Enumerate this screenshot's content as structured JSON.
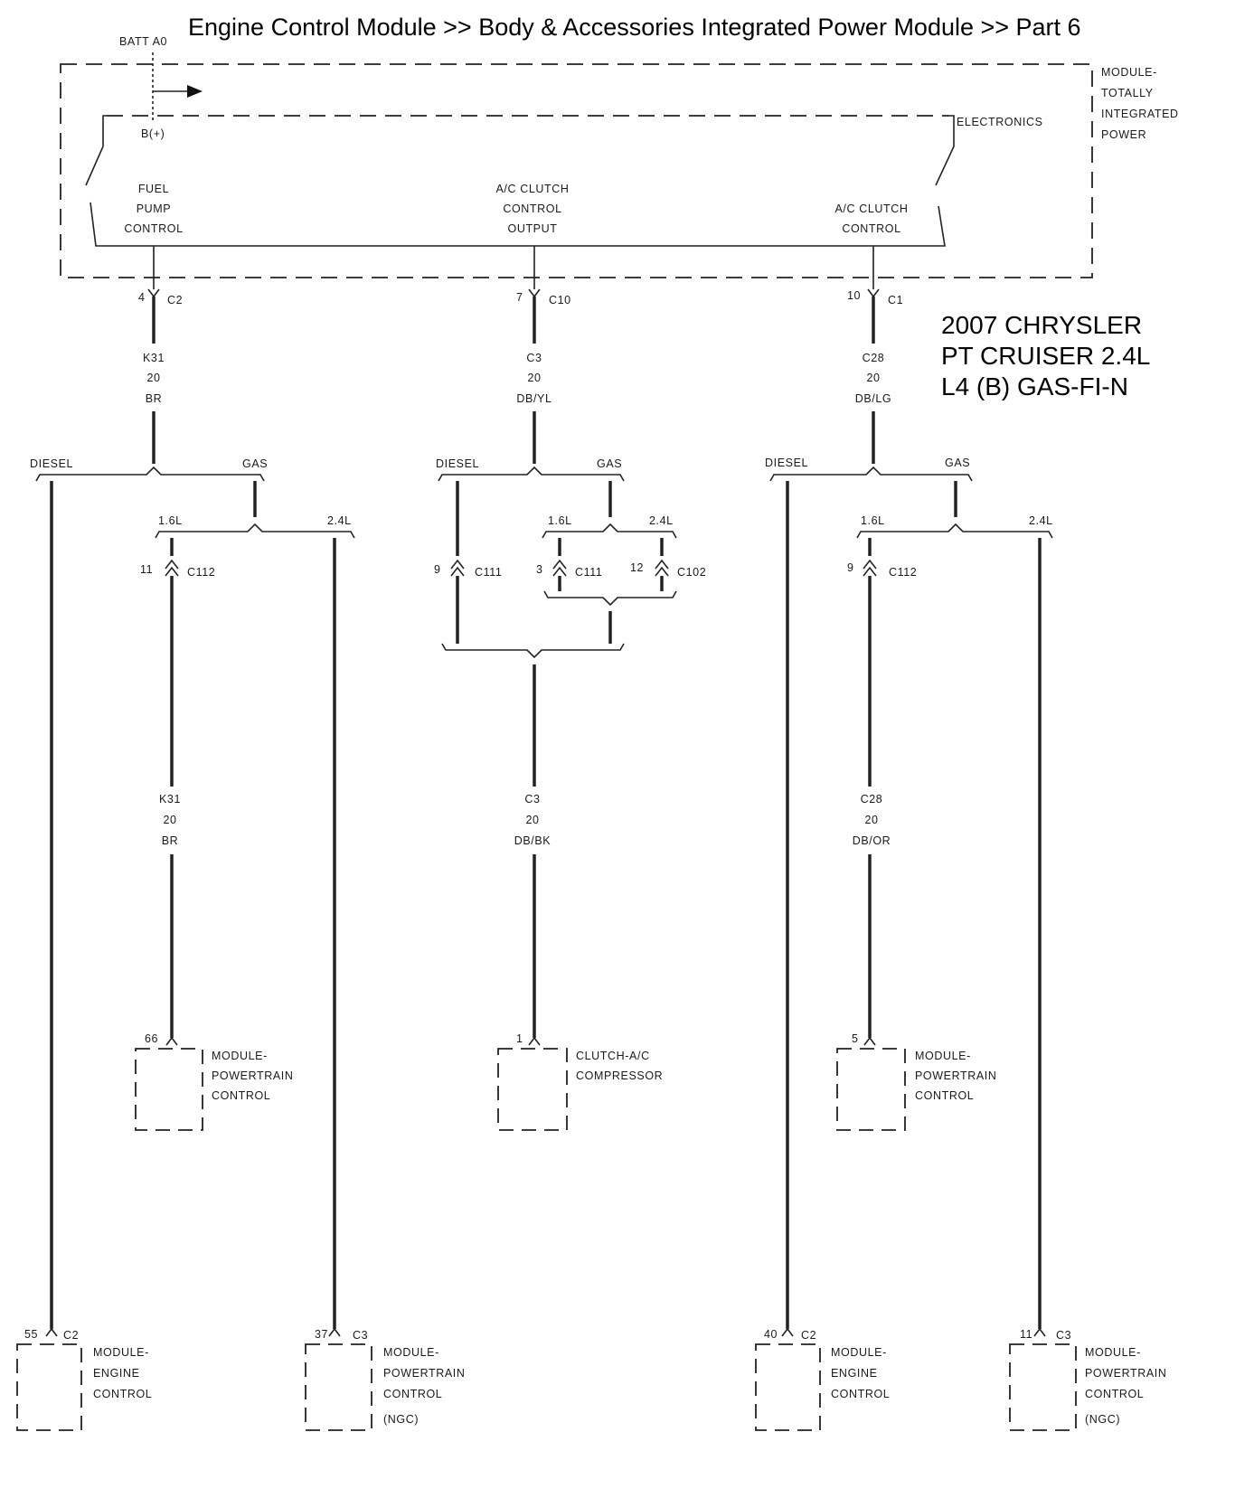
{
  "title": "Engine Control Module >> Body & Accessories Integrated Power Module >> Part 6",
  "vehicle": [
    "2007 CHRYSLER",
    "PT CRUISER 2.4L",
    "L4 (B) GAS-FI-N"
  ],
  "batt": "BATT A0",
  "module": {
    "name_lines": [
      "MODULE-",
      "TOTALLY",
      "INTEGRATED",
      "POWER"
    ],
    "electronics": "ELECTRONICS",
    "bplus": "B(+)",
    "fuel_pump": [
      "FUEL",
      "PUMP",
      "CONTROL"
    ],
    "ac_output": [
      "A/C CLUTCH",
      "CONTROL",
      "OUTPUT"
    ],
    "ac_control": [
      "A/C CLUTCH",
      "CONTROL"
    ]
  },
  "top_connectors": [
    {
      "pin": "4",
      "conn": "C2"
    },
    {
      "pin": "7",
      "conn": "C10"
    },
    {
      "pin": "10",
      "conn": "C1"
    }
  ],
  "upper_wires": [
    {
      "circuit": "K31",
      "gauge": "20",
      "color": "BR"
    },
    {
      "circuit": "C3",
      "gauge": "20",
      "color": "DB/YL"
    },
    {
      "circuit": "C28",
      "gauge": "20",
      "color": "DB/LG"
    }
  ],
  "options": {
    "diesel": "DIESEL",
    "gas": "GAS",
    "l16": "1.6L",
    "l24": "2.4L"
  },
  "mid_connectors": [
    {
      "pin": "11",
      "conn": "C112"
    },
    {
      "pin": "9",
      "conn": "C111"
    },
    {
      "pin": "3",
      "conn": "C111"
    },
    {
      "pin": "12",
      "conn": "C102"
    },
    {
      "pin": "9",
      "conn": "C112"
    }
  ],
  "lower_wires": [
    {
      "circuit": "K31",
      "gauge": "20",
      "color": "BR"
    },
    {
      "circuit": "C3",
      "gauge": "20",
      "color": "DB/BK"
    },
    {
      "circuit": "C28",
      "gauge": "20",
      "color": "DB/OR"
    }
  ],
  "mid_components": [
    {
      "pin": "66",
      "lines": [
        "MODULE-",
        "POWERTRAIN",
        "CONTROL"
      ]
    },
    {
      "pin": "1",
      "lines": [
        "CLUTCH-A/C",
        "COMPRESSOR"
      ]
    },
    {
      "pin": "5",
      "lines": [
        "MODULE-",
        "POWERTRAIN",
        "CONTROL"
      ]
    }
  ],
  "bottom_components": [
    {
      "pin": "55",
      "conn": "C2",
      "lines": [
        "MODULE-",
        "ENGINE",
        "CONTROL"
      ]
    },
    {
      "pin": "37",
      "conn": "C3",
      "lines": [
        "MODULE-",
        "POWERTRAIN",
        "CONTROL",
        "(NGC)"
      ]
    },
    {
      "pin": "40",
      "conn": "C2",
      "lines": [
        "MODULE-",
        "ENGINE",
        "CONTROL"
      ]
    },
    {
      "pin": "11",
      "conn": "C3",
      "lines": [
        "MODULE-",
        "POWERTRAIN",
        "CONTROL",
        "(NGC)"
      ]
    }
  ]
}
